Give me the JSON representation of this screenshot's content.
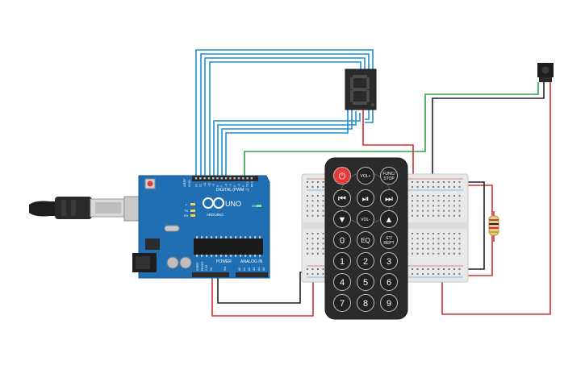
{
  "arduino": {
    "brand": "ARDUINO",
    "model": "UNO",
    "header_digital": "DIGITAL (PWM ~)",
    "header_power": "POWER",
    "header_analog": "ANALOG IN",
    "label_l": "L",
    "label_tx": "TX",
    "label_rx": "RX",
    "label_aref": "AREF",
    "label_gnd": "GND",
    "label_on": "ON",
    "label_ioref": "IOREF",
    "label_reset": "RESET",
    "label_3v3": "3.3V",
    "label_5v": "5V",
    "label_vin": "Vin",
    "digital_pins": [
      "13",
      "12",
      "~11",
      "~10",
      "~9",
      "8",
      "7",
      "~6",
      "~5",
      "4",
      "~3",
      "2",
      "TX 1",
      "RX 0"
    ],
    "analog_pins": [
      "A0",
      "A1",
      "A2",
      "A3",
      "A4",
      "A5"
    ]
  },
  "remote": {
    "buttons": [
      {
        "name": "power",
        "label": "⏻",
        "round": true,
        "color": "#e53935"
      },
      {
        "name": "vol-up",
        "label": "VOL+",
        "round": true,
        "color": "#222222"
      },
      {
        "name": "func-stop",
        "label": "FUNC/ STOP",
        "round": true,
        "color": "#222222"
      },
      {
        "name": "prev",
        "label": "⏮",
        "round": true,
        "color": "#222222"
      },
      {
        "name": "play-pause",
        "label": "⏯",
        "round": true,
        "color": "#222222"
      },
      {
        "name": "next",
        "label": "⏭",
        "round": true,
        "color": "#222222"
      },
      {
        "name": "down",
        "label": "▼",
        "round": true,
        "color": "#222222"
      },
      {
        "name": "vol-down",
        "label": "VOL-",
        "round": true,
        "color": "#222222"
      },
      {
        "name": "up",
        "label": "▲",
        "round": true,
        "color": "#222222"
      },
      {
        "name": "0",
        "label": "0",
        "round": true,
        "color": "#222222"
      },
      {
        "name": "eq",
        "label": "EQ",
        "round": true,
        "color": "#222222"
      },
      {
        "name": "st-rept",
        "label": "ST/ REPT",
        "round": true,
        "color": "#222222"
      },
      {
        "name": "1",
        "label": "1",
        "round": true,
        "color": "#222222"
      },
      {
        "name": "2",
        "label": "2",
        "round": true,
        "color": "#222222"
      },
      {
        "name": "3",
        "label": "3",
        "round": true,
        "color": "#222222"
      },
      {
        "name": "4",
        "label": "4",
        "round": true,
        "color": "#222222"
      },
      {
        "name": "5",
        "label": "5",
        "round": true,
        "color": "#222222"
      },
      {
        "name": "6",
        "label": "6",
        "round": true,
        "color": "#222222"
      },
      {
        "name": "7",
        "label": "7",
        "round": true,
        "color": "#222222"
      },
      {
        "name": "8",
        "label": "8",
        "round": true,
        "color": "#222222"
      },
      {
        "name": "9",
        "label": "9",
        "round": true,
        "color": "#222222"
      }
    ]
  },
  "display": {
    "digit": "8"
  },
  "colors": {
    "wire_blue": "#1d8fd1",
    "wire_green": "#2aa345",
    "wire_red": "#d32f2f",
    "wire_black": "#222222",
    "board": "#1f6fb2",
    "remote_body": "#2b2b2b",
    "breadboard": "#e8e8e8"
  }
}
